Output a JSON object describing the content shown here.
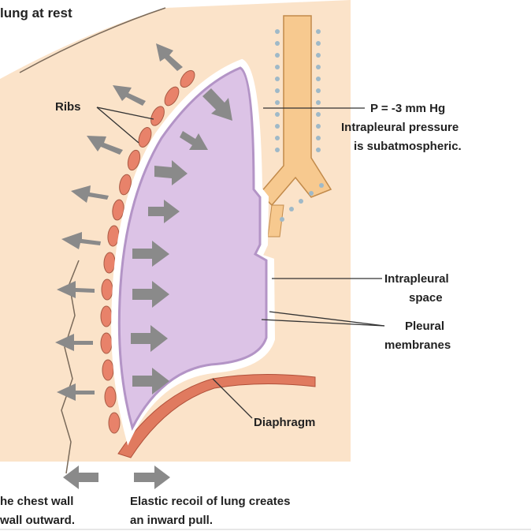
{
  "title": "lung at rest",
  "labels": {
    "ribs": "Ribs",
    "pressure_line1": "P = -3 mm Hg",
    "pressure_line2": "Intrapleural pressure",
    "pressure_line3": "is subatmospheric.",
    "intrapleural_space_line1": "Intrapleural",
    "intrapleural_space_line2": "space",
    "pleural_membranes_line1": "Pleural",
    "pleural_membranes_line2": "membranes",
    "diaphragm": "Diaphragm"
  },
  "captions": {
    "chest_wall_line1": "he chest wall",
    "chest_wall_line2": "wall outward.",
    "lung_recoil_line1": "Elastic recoil of lung creates",
    "lung_recoil_line2": "an inward pull."
  },
  "colors": {
    "tissue": "#fbe3c9",
    "lung_fill": "#dcc3e6",
    "lung_edge": "#b394c6",
    "rib": "#e8826a",
    "airway": "#f7c98f",
    "arrow": "#8a8a8a",
    "diaphragm": "#e07a5f"
  }
}
